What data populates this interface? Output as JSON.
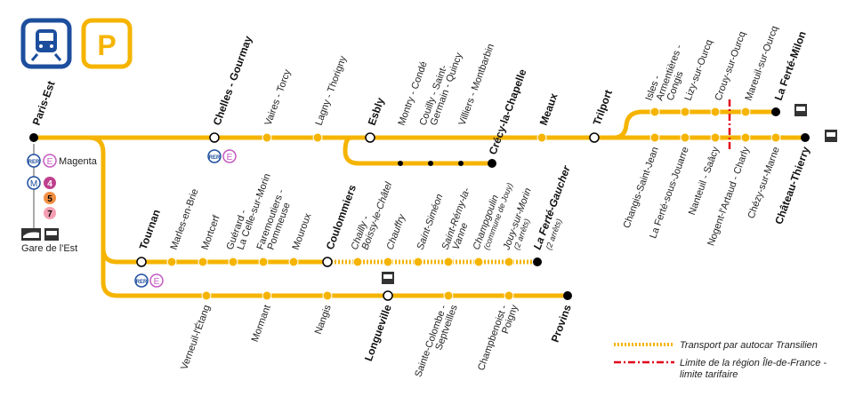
{
  "colors": {
    "line": "#f5b400",
    "border": "#1d4e9e",
    "boundary": "#e2001a",
    "rer": "#1d4e9e",
    "e_line": "#c55ac0",
    "metro": "#1d4e9e",
    "m4": "#be418d",
    "m5": "#f28e42",
    "m7": "#f59fb3"
  },
  "icons": {
    "train_logo": "transilien-train-icon",
    "line_badge": "line-P-badge"
  },
  "badge_letter": "P",
  "stations": {
    "paris_est": "Paris-Est",
    "chelles": "Chelles - Gourmay",
    "vaires": "Vaires - Torcy",
    "lagny": "Lagny - Thorigny",
    "esbly": "Esbly",
    "montry": "Montry - Condé",
    "couilly": [
      "Couilly - Saint-",
      "Germain - Quincy"
    ],
    "villiers": "Villiers - Montbarbin",
    "crecy": "Crécy-la-Chapelle",
    "meaux": "Meaux",
    "trilport": "Trilport",
    "isles": [
      "Isles -",
      "Armentières -",
      "Congis"
    ],
    "lizy": "Lizy-sur-Ourcq",
    "crouy": "Crouy-sur-Ourcq",
    "mareuil": "Mareuil-sur-Ourcq",
    "la_ferte_milon": "La Ferté-Milon",
    "changis": "Changis-Saint-Jean",
    "la_ferte_sous_jouarre": "La Ferté-sous-Jouarre",
    "nanteuil": "Nanteuil - Saâcy",
    "nogent": "Nogent-l'Artaud - Charly",
    "chezy": "Chézy-sur-Marne",
    "chateau_thierry": "Château-Thierry",
    "tournan": "Tournan",
    "marles": "Marles-en-Brie",
    "mortcerf": "Mortcerf",
    "guerard": [
      "Guérard -",
      "La Celle-sur-Morin"
    ],
    "faremoutiers": [
      "Faremoutiers -",
      "Pommeuse"
    ],
    "mouroux": "Mouroux",
    "coulommiers": "Coulommiers",
    "chailly": [
      "Chailly -",
      "Boissy-le-Châtel"
    ],
    "chauffry": "Chauffry",
    "saint_simeon": "Saint-Siméon",
    "saint_remy": [
      "Saint-Rémy-la-",
      "Vanne"
    ],
    "champgoulin": "Champgoulin",
    "champgoulin_note": "(commune de Jouy)",
    "jouy": "Jouy-sur-Morin",
    "jouy_note": "(2 arrêts)",
    "la_ferte_gaucher": "La Ferté-Gaucher",
    "la_ferte_gaucher_note": "(2 arrêts)",
    "verneuil": "Verneuil-l'Étang",
    "mormant": "Mormant",
    "nangis": "Nangis",
    "longueville": "Longueville",
    "sainte_colombe": [
      "Sainte-Colombe -",
      "Septveilles"
    ],
    "champbenoist": [
      "Champbenoist -",
      "Poigny"
    ],
    "provins": "Provins"
  },
  "connections": {
    "rer": "RER",
    "e": "E",
    "magenta": "Magenta",
    "metro": "M",
    "m4": "4",
    "m5": "5",
    "m7": "7",
    "gare_de_lest": "Gare de l'Est"
  },
  "legend": {
    "bus": "Transport par autocar Transilien",
    "boundary": [
      "Limite de la région Île-de-France -",
      "limite tarifaire"
    ]
  }
}
